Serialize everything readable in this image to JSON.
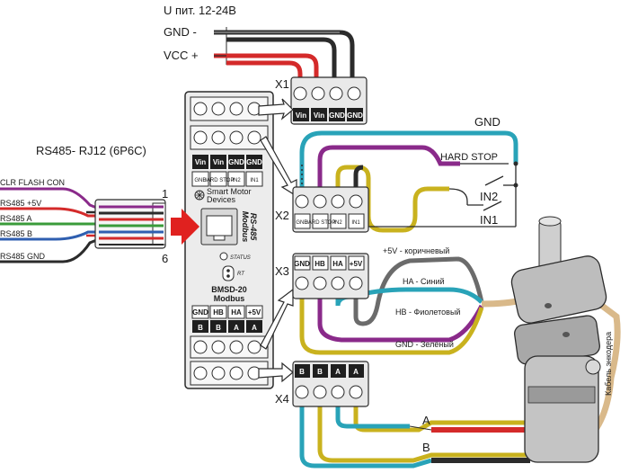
{
  "power": {
    "title": "U пит. 12-24В",
    "gnd_label": "GND  -",
    "vcc_label": "VCC  +"
  },
  "connectors": {
    "x1": "X1",
    "x2": "X2",
    "x3": "X3",
    "x4": "X4"
  },
  "x1_terminals": [
    "Vin",
    "Vin",
    "GND",
    "GND"
  ],
  "x2_terminals": [
    "GND",
    "HARD STOP",
    "IN2",
    "IN1"
  ],
  "x3_terminals": [
    "GND",
    "HB",
    "HA",
    "+5V"
  ],
  "x4_terminals": [
    "B",
    "B",
    "A",
    "A"
  ],
  "device": {
    "top_row": [
      "Vin",
      "Vin",
      "GND",
      "GND"
    ],
    "row2": [
      "GND",
      "HARD STOP",
      "IN2",
      "IN1"
    ],
    "brand_line1": "Smart Motor",
    "brand_line2": "Devices",
    "rs485_line1": "RS-485",
    "rs485_line2": "Modbus",
    "status": "STATUS",
    "rt": "RT",
    "model_line1": "BMSD-20",
    "model_line2": "Modbus",
    "row3": [
      "GND",
      "HB",
      "HA",
      "+5V"
    ],
    "row4": [
      "B",
      "B",
      "A",
      "A"
    ]
  },
  "rs485": {
    "title": "RS485- RJ12 (6P6C)",
    "pin_first": "1",
    "pin_last": "6",
    "lines": [
      "CLR FLASH CON",
      "RS485 +5V",
      "RS485 A",
      "RS485 B",
      "RS485 GND"
    ]
  },
  "inputs": {
    "gnd": "GND",
    "hard_stop": "HARD STOP",
    "in2": "IN2",
    "in1": "IN1"
  },
  "encoder": {
    "plus5v": "+5V - коричневый",
    "ha": "HA - Синий",
    "hb": "HB - Фиолетовый",
    "gnd": "GND - Зелёный",
    "cable": "Кабель энкодера"
  },
  "motor": {
    "phase_a": "A",
    "phase_b": "B"
  },
  "colors": {
    "red": "#d42a2a",
    "black": "#2b2b2b",
    "grey": "#8a8a8a",
    "cyan": "#29a3b8",
    "purple": "#8a2a8a",
    "yellow": "#c9b21e",
    "green": "#3a9b3a",
    "blue": "#2f5fb0",
    "cable": "#d9b98a",
    "body": "#e9e9e9"
  }
}
